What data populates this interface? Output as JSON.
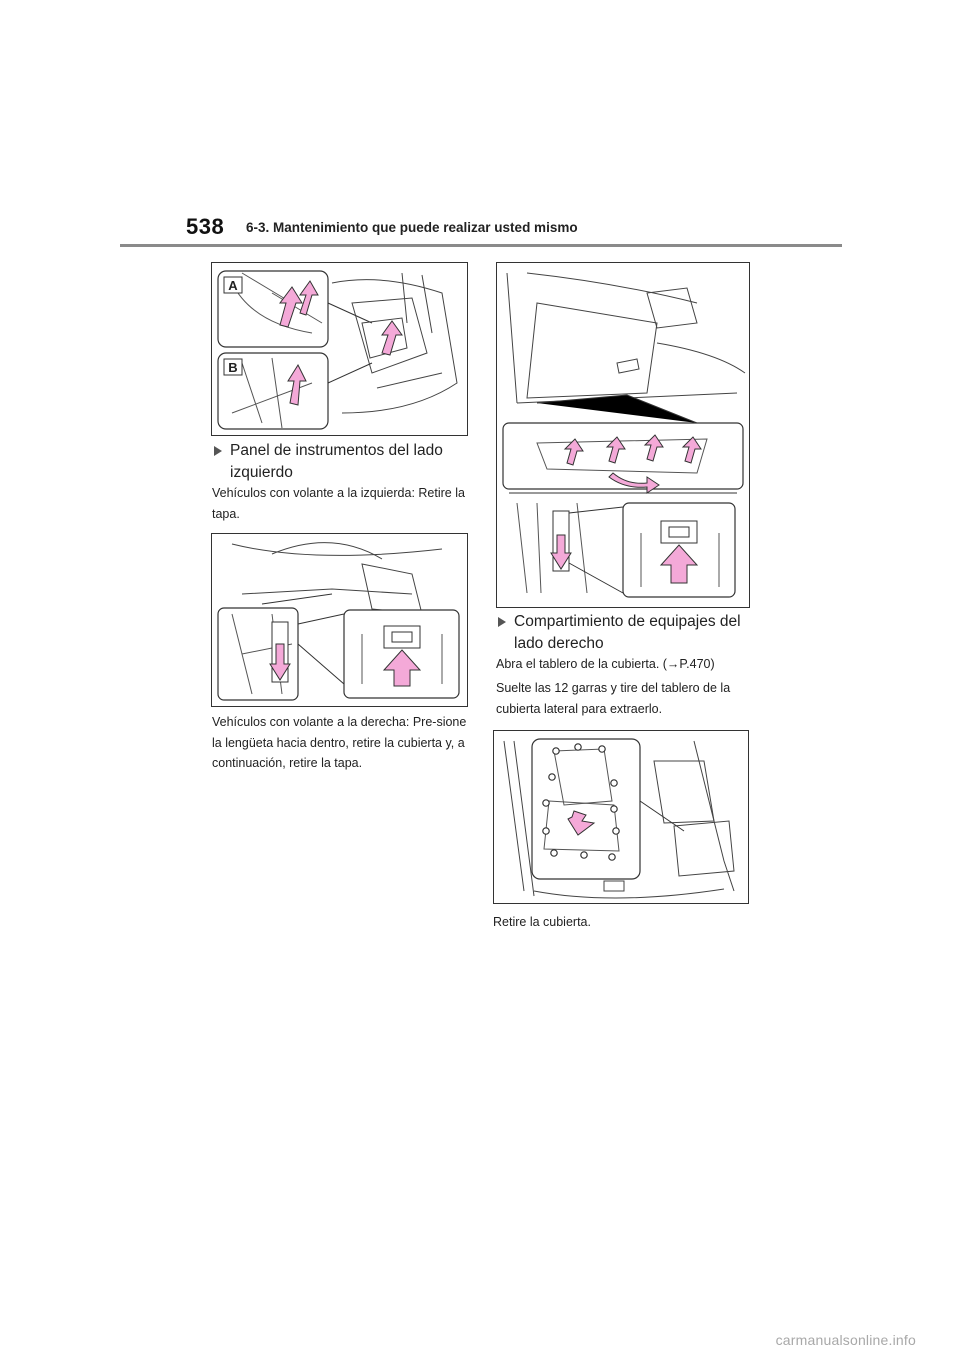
{
  "header": {
    "page_number": "538",
    "section_title": "6-3. Mantenimiento que puede realizar usted mismo"
  },
  "left_column": {
    "figure1": {
      "inset_a_label": "A",
      "inset_b_label": "B"
    },
    "subheading": "Panel de instrumentos del lado izquierdo",
    "paragraph1": "Vehículos con volante a la izquierda: Retire la tapa.",
    "paragraph2": "Vehículos con volante a la derecha: Pre-sione la lengüeta hacia dentro, retire la cubierta y, a continuación, retire la tapa."
  },
  "right_column": {
    "subheading": "Compartimiento de equipajes del lado derecho",
    "paragraph1": "Abra el tablero de la cubierta. (→P.470)",
    "paragraph2": "Suelte las 12 garras y tire del tablero de la cubierta lateral para extraerlo.",
    "paragraph3": "Retire la cubierta."
  },
  "footer": {
    "watermark": "carmanualsonline.info"
  },
  "colors": {
    "arrow_fill": "#f4a9d8",
    "arrow_stroke": "#333333",
    "rule": "#8a8a8a"
  }
}
